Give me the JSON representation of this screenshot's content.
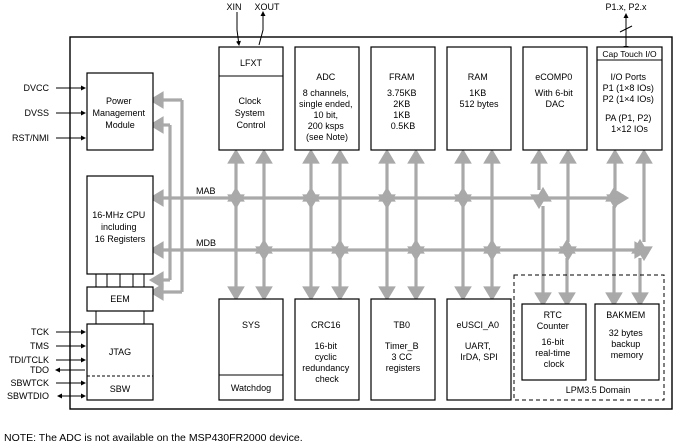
{
  "chip_pins": {
    "xin": "XIN",
    "xout": "XOUT",
    "ports": "P1.x, P2.x"
  },
  "left_pins": {
    "dvcc": "DVCC",
    "dvss": "DVSS",
    "rst": "RST/NMI",
    "tck": "TCK",
    "tms": "TMS",
    "tdi": "TDI/TCLK",
    "tdo": "TDO",
    "sbwtck": "SBWTCK",
    "sbwtdio": "SBWTDIO"
  },
  "buses": {
    "mab": "MAB",
    "mdb": "MDB"
  },
  "blocks": {
    "pmm": [
      "Power",
      "Management",
      "Module"
    ],
    "cpu": [
      "16-MHz CPU",
      "including",
      "16 Registers"
    ],
    "eem": "EEM",
    "jtag": "JTAG",
    "sbw": "SBW",
    "cs_header": "LFXT",
    "cs": [
      "Clock",
      "System",
      "Control"
    ],
    "adc": [
      "ADC",
      "8 channels,",
      "single ended,",
      "10 bit,",
      "200 ksps",
      "(see Note)"
    ],
    "fram": [
      "FRAM",
      "3.75KB",
      "2KB",
      "1KB",
      "0.5KB"
    ],
    "ram": [
      "RAM",
      "1KB",
      "512 bytes"
    ],
    "ecomp": [
      "eCOMP0",
      "With 6-bit",
      "DAC"
    ],
    "io_header": "Cap Touch I/O",
    "io": [
      "I/O Ports",
      "P1 (1×8 IOs)",
      "P2 (1×4 IOs)",
      "",
      "PA (P1, P2)",
      "1×12 IOs"
    ],
    "sys": "SYS",
    "watchdog": "Watchdog",
    "crc": [
      "CRC16",
      "16-bit",
      "cyclic",
      "redundancy",
      "check"
    ],
    "tb0": [
      "TB0",
      "Timer_B",
      "3 CC",
      "registers"
    ],
    "eusci": [
      "eUSCI_A0",
      "UART,",
      "IrDA, SPI"
    ],
    "rtc": [
      "RTC",
      "Counter",
      "16-bit",
      "real-time",
      "clock"
    ],
    "bakmem": [
      "BAKMEM",
      "32 bytes",
      "backup",
      "memory"
    ],
    "lpm_domain": "LPM3.5 Domain"
  },
  "note": "NOTE:  The ADC is not available on the MSP430FR2000 device.",
  "colors": {
    "line": "#000000",
    "bus": "#a9a9a9",
    "box": "#ffffff"
  }
}
